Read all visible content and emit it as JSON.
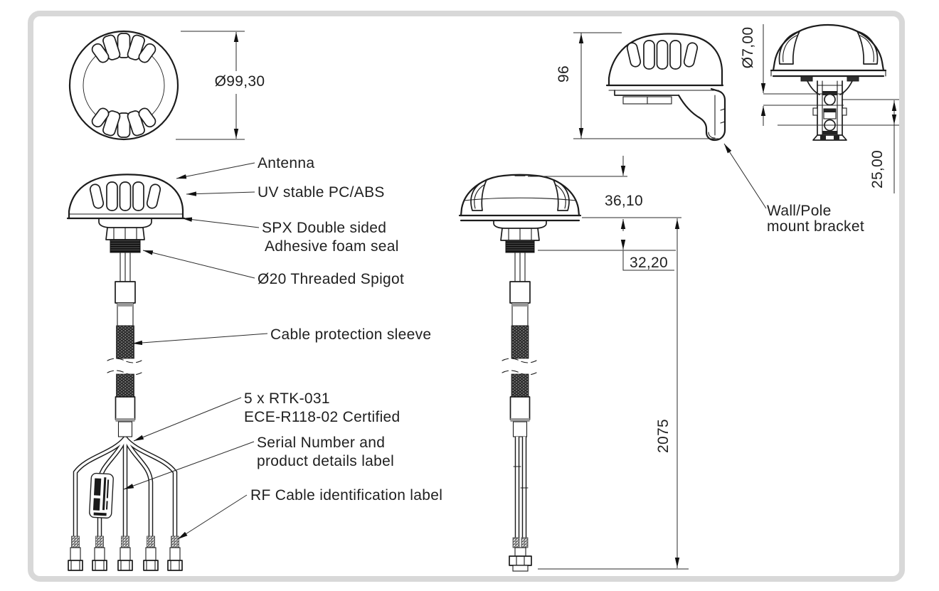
{
  "drawing": {
    "type": "antenna mechanical drawing",
    "dimensions": {
      "overall_diameter": "Ø99,30",
      "bracket_height": "96",
      "hole_diameter": "Ø7,00",
      "hole_spacing": "25,00",
      "dome_height": "36,10",
      "spigot_section": "32,20",
      "cable_length": "2075"
    },
    "callouts": {
      "antenna": "Antenna",
      "uv": "UV stable PC/ABS",
      "spx_line1": "SPX Double sided",
      "spx_line2": "Adhesive foam seal",
      "spigot": "Ø20 Threaded Spigot",
      "sleeve": "Cable protection sleeve",
      "rtk_line1": "5 x RTK-031",
      "rtk_line2": "ECE-R118-02 Certified",
      "serial_line1": "Serial Number and",
      "serial_line2": "product details label",
      "rf": "RF Cable identification label",
      "bracket_line1": "Wall/Pole",
      "bracket_line2": "mount bracket"
    },
    "colors": {
      "line": "#1c1c1c",
      "text": "#1f1f1f",
      "frame": "#d8d8d8",
      "background": "#ffffff",
      "braid_fill": "#2b2b2b"
    }
  }
}
